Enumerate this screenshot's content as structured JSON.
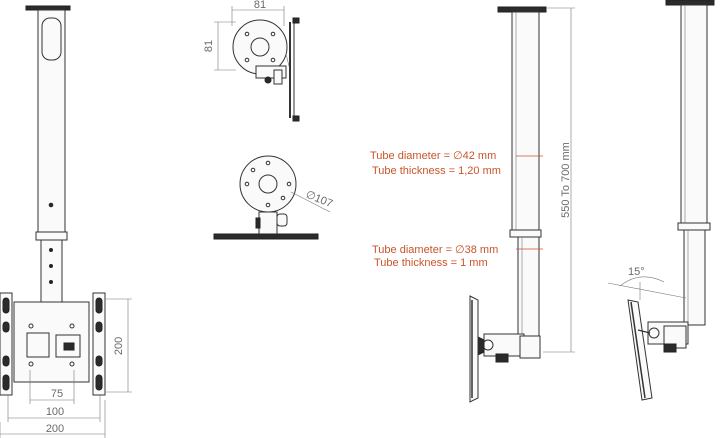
{
  "dimensions": {
    "front_plate_width": "200",
    "front_hole_spacing_inner": "75",
    "front_hole_spacing_outer": "100",
    "front_plate_height": "200",
    "top_plate_width": "81",
    "top_plate_height": "81",
    "top_plate_diameter": "∅107",
    "height_range": "550 To 700 mm",
    "tilt_angle": "15°"
  },
  "tube_specs": {
    "upper_diameter": "Tube diameter =  ∅42 mm",
    "upper_thickness": "Tube thickness =  1,20 mm",
    "lower_diameter": "Tube diameter =  ∅38 mm",
    "lower_thickness": "Tube thickness =  1 mm"
  },
  "colors": {
    "line": "#333333",
    "dimension": "#6a6a6a",
    "annotation": "#c8552a"
  }
}
